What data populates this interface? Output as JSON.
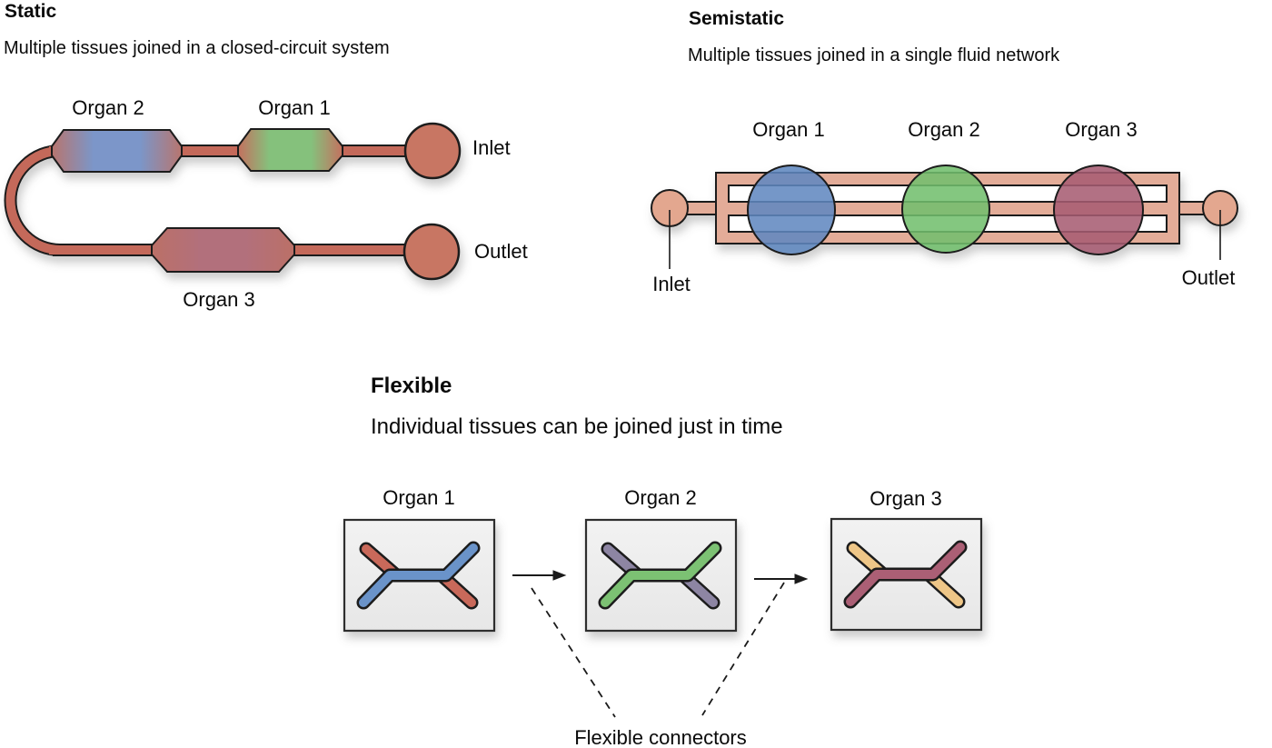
{
  "static": {
    "title": "Static",
    "subtitle": "Multiple tissues joined in a closed-circuit system",
    "organ1": "Organ 1",
    "organ2": "Organ 2",
    "organ3": "Organ 3",
    "inlet": "Inlet",
    "outlet": "Outlet",
    "colors": {
      "channel": "#c4695a",
      "port": "#c87663",
      "organ1_mid": "#85c17c",
      "organ1_edge": "#c4705f",
      "organ2_mid": "#7b96c9",
      "organ2_edge": "#b8756e",
      "organ3_mid": "#b26f7c",
      "organ3_edge": "#bb7067"
    }
  },
  "semistatic": {
    "title": "Semistatic",
    "subtitle": "Multiple tissues joined in a single fluid network",
    "organ1": "Organ 1",
    "organ2": "Organ 2",
    "organ3": "Organ 3",
    "inlet": "Inlet",
    "outlet": "Outlet",
    "colors": {
      "channel": "#e3ac98",
      "port": "#e3a78f",
      "organ1": "#5f87c0",
      "organ2": "#72bf6d",
      "organ3": "#a65c72"
    }
  },
  "flexible": {
    "title": "Flexible",
    "subtitle": "Individual tissues can be joined just in time",
    "organ1": "Organ 1",
    "organ2": "Organ 2",
    "organ3": "Organ 3",
    "connectors": "Flexible connectors",
    "colors": {
      "box_fill": "#efefef",
      "box_border": "#2f2f2f",
      "chip1_main": "#6b93c9",
      "chip1_alt": "#c9695a",
      "chip2_main": "#7cc173",
      "chip2_alt": "#8d85a3",
      "chip3_main": "#ab5f74",
      "chip3_alt": "#eec687"
    }
  }
}
